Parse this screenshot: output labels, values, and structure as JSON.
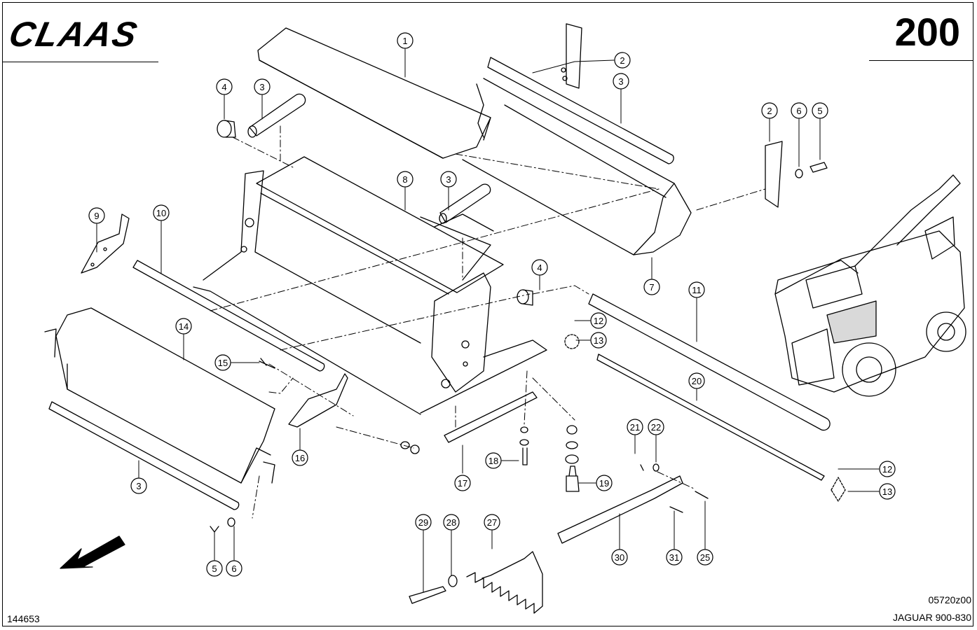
{
  "header": {
    "brand": "CLAAS",
    "page_number": "200"
  },
  "footer": {
    "drawing_number": "144653",
    "figure_code": "05720z00",
    "model": "JAGUAR 900-830"
  },
  "callouts": [
    "1",
    "2",
    "3",
    "4",
    "3",
    "2",
    "6",
    "5",
    "8",
    "3",
    "9",
    "10",
    "4",
    "7",
    "11",
    "12",
    "13",
    "14",
    "15",
    "20",
    "16",
    "21",
    "22",
    "12",
    "17",
    "18",
    "19",
    "13",
    "3",
    "29",
    "28",
    "27",
    "30",
    "31",
    "25",
    "5",
    "6"
  ]
}
